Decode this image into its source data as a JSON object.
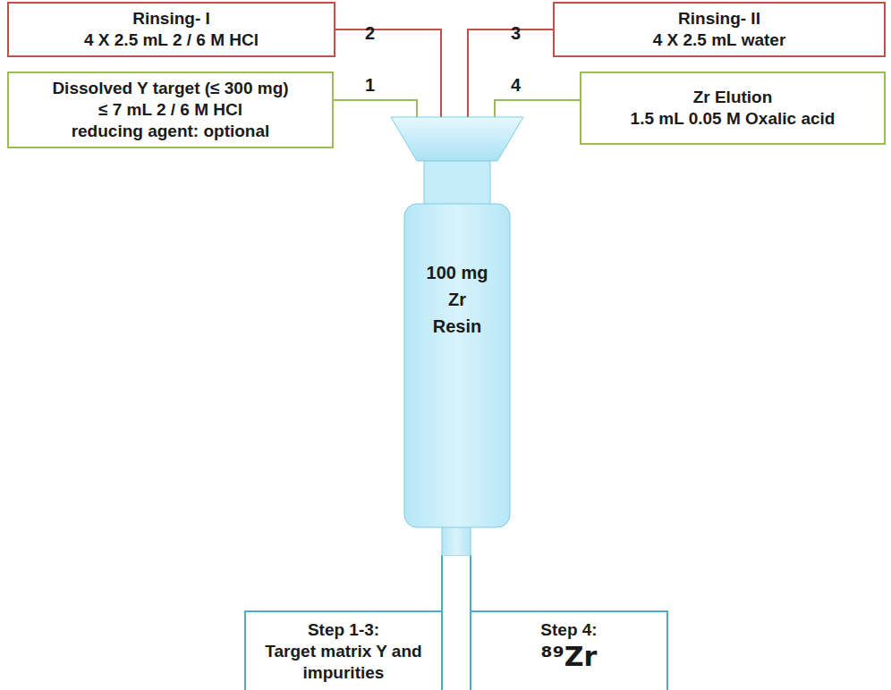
{
  "diagram": {
    "nodes": [
      {
        "text": [
          "Rinsing- I",
          "4 X 2.5 mL 2 / 6 M HCl"
        ]
      },
      {
        "text": [
          "Rinsing- II",
          "4 X 2.5 mL water"
        ]
      },
      {
        "text": [
          "Dissolved Y target (≤ 300 mg)",
          "≤ 7 mL 2 / 6 M HCl",
          "reducing agent: optional"
        ]
      },
      {
        "text": [
          "Zr Elution",
          "1.5 mL 0.05 M Oxalic acid"
        ]
      },
      {
        "text": [
          "100 mg",
          "Zr",
          "Resin"
        ]
      },
      {
        "text": [
          "Step 1-3:",
          "Target matrix Y and impurities"
        ]
      },
      {
        "text": [
          "Step 4:",
          "⁸⁹Zr"
        ]
      }
    ],
    "edges": [
      {
        "from": 0,
        "to": 4,
        "arrow": "none"
      },
      {
        "from": 1,
        "to": 4,
        "arrow": "none"
      },
      {
        "from": 2,
        "to": 4,
        "arrow": "none"
      },
      {
        "from": 3,
        "to": 4,
        "arrow": "none"
      },
      {
        "from": 4,
        "to": 5,
        "arrow": "none"
      },
      {
        "from": 4,
        "to": 6,
        "arrow": "none"
      }
    ],
    "labels": [
      "2",
      "3",
      "1",
      "4"
    ]
  }
}
